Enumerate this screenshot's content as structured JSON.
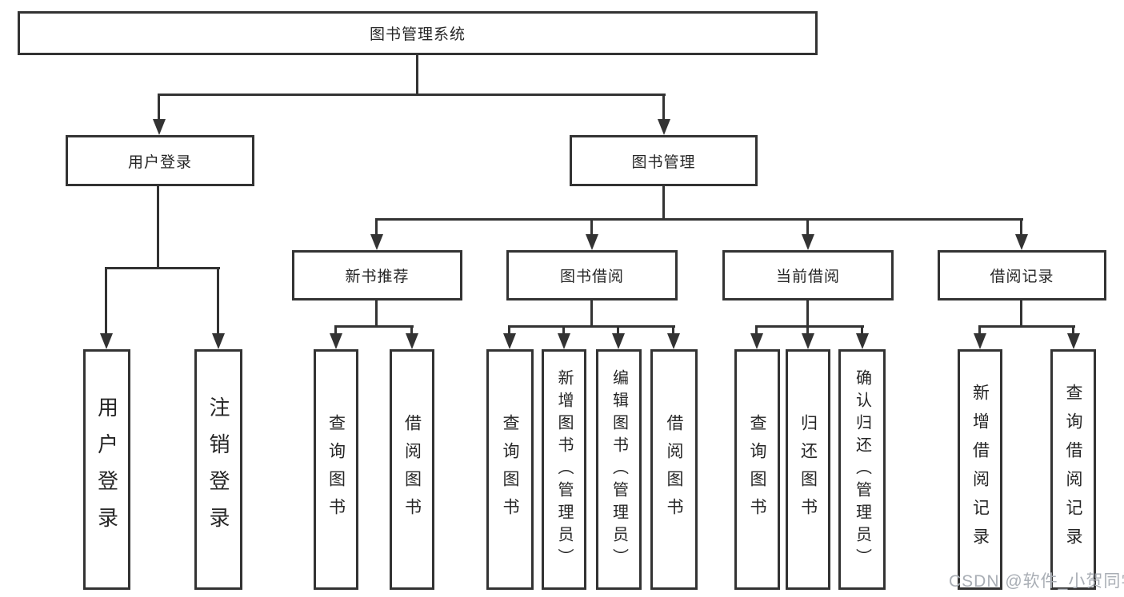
{
  "diagram": {
    "root": {
      "label": "图书管理系统"
    },
    "branches": [
      {
        "label": "用户登录",
        "children": [
          "用户登录",
          "注销登录"
        ]
      },
      {
        "label": "图书管理",
        "children": [
          {
            "label": "新书推荐",
            "children": [
              "查询图书",
              "借阅图书"
            ]
          },
          {
            "label": "图书借阅",
            "children": [
              "查询图书",
              "新增图书（管理员）",
              "编辑图书（管理员）",
              "借阅图书"
            ]
          },
          {
            "label": "当前借阅",
            "children": [
              "查询图书",
              "归还图书",
              "确认归还（管理员）"
            ]
          },
          {
            "label": "借阅记录",
            "children": [
              "新增借阅记录",
              "查询借阅记录"
            ]
          }
        ]
      }
    ]
  },
  "watermark": {
    "text": "CSDN @软件_小贺同学"
  },
  "colors": {
    "line": "#333333",
    "text": "#262626",
    "watermark": "#a9aeb5",
    "background": "#ffffff"
  }
}
